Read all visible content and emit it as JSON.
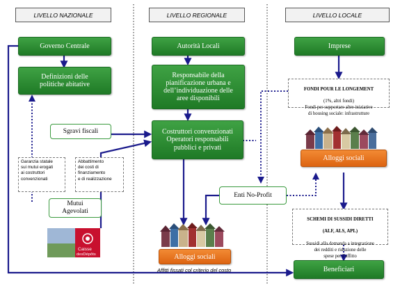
{
  "columns": {
    "national": "LIVELLO NAZIONALE",
    "regional": "LIVELLO REGIONALE",
    "local": "LIVELLO LOCALE"
  },
  "boxes": {
    "governo_centrale": "Governo Centrale",
    "definizioni": "Definizioni delle\npolitiche abitative",
    "sgravi_fiscali": "Sgravi fiscali",
    "mutui_agevolati": "Mutui\nAgevolati",
    "autorita_locali": "Autorità Locali",
    "responsabile": "Responsabile della\npianificazione urbana e\ndell’individuazione delle\naree disponibili",
    "costruttori": "Costruttori convenzionati\nOperatori responsabili\npubblici e privati",
    "alloggi_sociali_center": "Alloggi sociali",
    "enti_no_profit": "Enti No-Profit",
    "imprese": "Imprese",
    "alloggi_sociali_right": "Alloggi sociali",
    "beneficiari": "Beneficiari"
  },
  "notes": {
    "garanzia": "Garanzia statale\nsui mutui erogati\nai costruttori\nconvenzionati",
    "abbattimento": "Abbattimento\ndei costi di\nfinanziamento\ne di realizzazione",
    "fondi_title": "FONDI POUR LE LONGEMENT",
    "fondi_body": "(1%, altri fondi)\nFondi per supportare altre iniziative\ndi housing sociale: infrastrutture",
    "schemi_title": "SCHEMI DI SUSSIDI DIRETTI",
    "schemi_sub": "(ALF, ALS, APL)",
    "schemi_body": "Sussidi alla domanda a integrazione\ndei redditi e riduzione delle\nspese per l’affitto"
  },
  "caption": "Affitti fissati col criterio del costo",
  "logo": {
    "line1": "Caisse",
    "line2": "desDépôts"
  },
  "colors": {
    "green_box": "#2e8b35",
    "orange_box": "#e8721f",
    "arrow_blue": "#1a1a8c",
    "logo_red": "#c8102e"
  }
}
